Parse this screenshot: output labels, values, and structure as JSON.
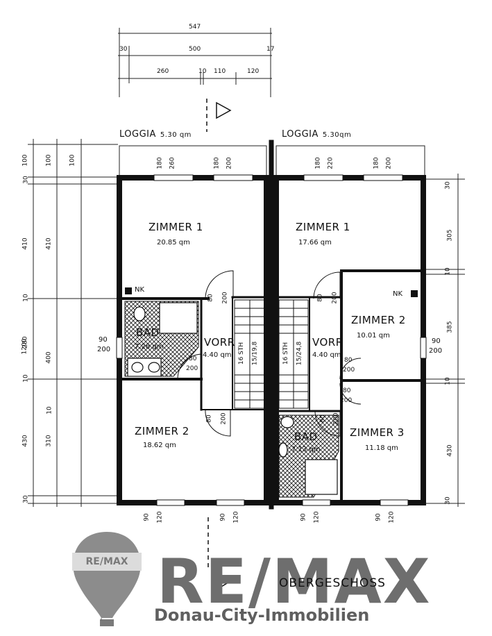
{
  "top_dims": {
    "total": "547",
    "left_wall": "30",
    "inner": "500",
    "right_wall": "17",
    "seg1": "260",
    "seg2": "10",
    "seg3": "110",
    "seg4": "120"
  },
  "left_dims": {
    "total": "1200",
    "a": [
      "100",
      "30",
      "410",
      "10",
      "280",
      "10",
      "430",
      "30"
    ],
    "b": [
      "100",
      "410",
      "400",
      "10",
      "310"
    ],
    "c": [
      "100"
    ]
  },
  "right_dims": [
    "30",
    "305",
    "10",
    "385",
    "10",
    "430",
    "30"
  ],
  "unit_left": {
    "loggia": "LOGGIA",
    "loggia_area": "5.30 qm",
    "win1_w": "180",
    "win1_h": "260",
    "win2_w": "180",
    "win2_h": "200",
    "zimmer1": "ZIMMER 1",
    "zimmer1_area": "20.85 qm",
    "nk": "NK",
    "bad": "BAD",
    "bad_area": "7.28 qm",
    "vorr": "VORR",
    "vorr_area": "4.40 qm",
    "door1": "80",
    "door1b": "200",
    "door2": "80",
    "door2b": "200",
    "door3": "80",
    "door3b": "200",
    "side_w": "90",
    "side_h": "200",
    "stairs1": "16 STH",
    "stairs2": "15/19,8",
    "zimmer2": "ZIMMER 2",
    "zimmer2_area": "18.62 qm",
    "bottom1": "90",
    "bottom2": "120",
    "bottom3": "90",
    "bottom4": "120"
  },
  "unit_right": {
    "loggia": "LOGGIA",
    "loggia_area": "5.30qm",
    "win1_w": "180",
    "win1_h": "220",
    "win2_w": "180",
    "win2_h": "200",
    "zimmer1": "ZIMMER 1",
    "zimmer1_area": "17.66 qm",
    "nk": "NK",
    "zimmer2": "ZIMMER 2",
    "zimmer2_area": "10.01 qm",
    "vorr": "VORR",
    "vorr_area": "4.40 qm",
    "door1": "80",
    "door1b": "200",
    "door2": "80",
    "door2b": "200",
    "door3": "80",
    "door3b": "200",
    "door4": "80",
    "door4b": "200",
    "side_w": "90",
    "side_h": "200",
    "stairs1": "16 STH",
    "stairs2": "15/24,8",
    "bad": "BAD",
    "bad_area": "7.13 qm",
    "zimmer3": "ZIMMER 3",
    "zimmer3_area": "11.18 qm",
    "bottom1": "90",
    "bottom2": "120",
    "bottom3": "90",
    "bottom4": "120"
  },
  "floor_label": "OBERGESCHOSS",
  "watermark": {
    "brand": "RE/MAX",
    "sub": "Donau-City-Immobilien",
    "balloon_text": "RE/MAX"
  }
}
